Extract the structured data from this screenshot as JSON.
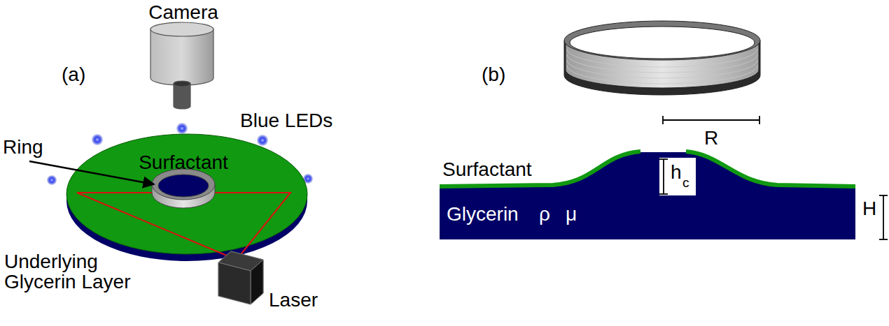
{
  "diagram": {
    "labels": [
      "(a)",
      "Camera",
      "Blue LEDs",
      "Ring",
      "Surfactant",
      "Underlying Glycerin Layer",
      "Laser",
      "(b)",
      "R",
      "Surfactant",
      "h",
      "c",
      "Glycerin",
      "ρ",
      "μ",
      "H"
    ]
  }
}
